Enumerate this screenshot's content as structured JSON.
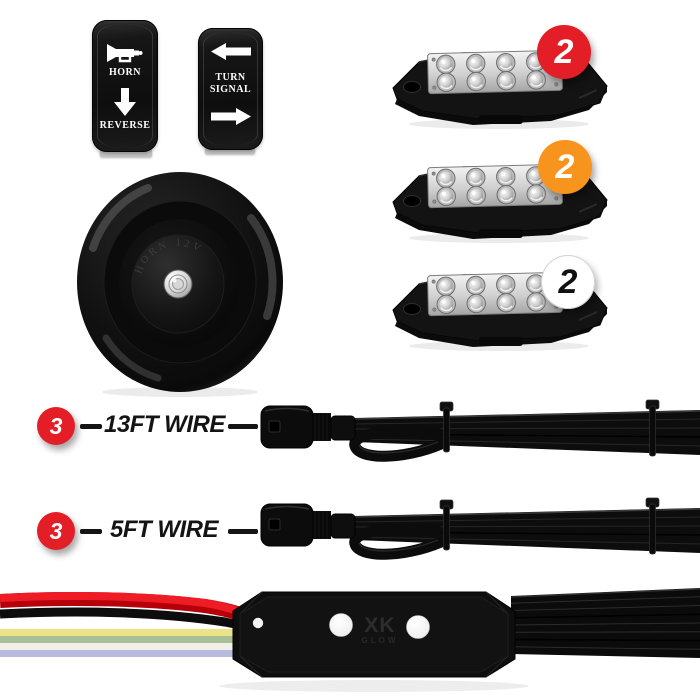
{
  "background_color": "#ffffff",
  "switches": {
    "horn_reverse": {
      "top_icon": "horn-trumpet",
      "top_label": "HORN",
      "middle_icon": "arrow-down",
      "bottom_label": "REVERSE"
    },
    "turn_signal": {
      "top_icon": "arrow-left",
      "label_line1": "TURN",
      "label_line2": "SIGNAL",
      "bottom_icon": "arrow-right"
    }
  },
  "horn": {
    "embossed_text": "HORN 12V"
  },
  "led_pods": [
    {
      "badge_count": "2",
      "badge_bg": "#e41e26",
      "badge_fg": "#ffffff",
      "leds": 8
    },
    {
      "badge_count": "2",
      "badge_bg": "#f7941d",
      "badge_fg": "#ffffff",
      "leds": 8
    },
    {
      "badge_count": "2",
      "badge_bg": "#ffffff",
      "badge_fg": "#111111",
      "leds": 8
    }
  ],
  "wire_rows": [
    {
      "badge_count": "3",
      "badge_bg": "#e41e26",
      "badge_fg": "#ffffff",
      "label": "13FT WIRE"
    },
    {
      "badge_count": "3",
      "badge_bg": "#e41e26",
      "badge_fg": "#ffffff",
      "label": "5FT WIRE"
    }
  ],
  "control_module": {
    "logo_line1": "XK",
    "logo_line2": "GLOW",
    "indicator_leds": 2,
    "input_wire_colors": [
      "#ee1c25",
      "#111111",
      "#eae389",
      "#a6bf97",
      "#f1f0e8",
      "#b7badc"
    ],
    "output_wire_color": "#0b0b0b"
  }
}
